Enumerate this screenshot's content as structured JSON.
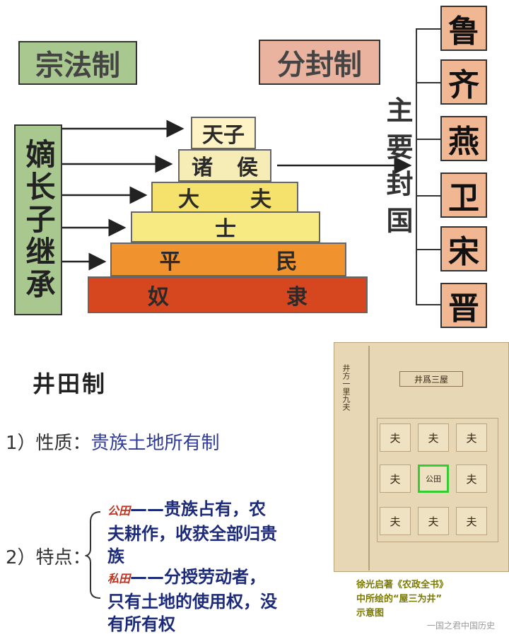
{
  "top": {
    "zongfa_label": "宗法制",
    "fenfeng_label": "分封制",
    "inheritance_label": "嫡长子继承",
    "main_fief_label": "主要封国",
    "pyramid": [
      {
        "left": "天子",
        "right": ""
      },
      {
        "left": "诸",
        "right": "侯"
      },
      {
        "left": "大",
        "right": "夫"
      },
      {
        "left": "士",
        "right": ""
      },
      {
        "left": "平",
        "right": "民"
      },
      {
        "left": "奴",
        "right": "隶"
      }
    ],
    "states": [
      "鲁",
      "齐",
      "燕",
      "卫",
      "宋",
      "晋"
    ]
  },
  "bottom": {
    "title": "井田制",
    "nature_prefix": "1）性质：",
    "nature_value": "贵族土地所有制",
    "features_prefix": "2）特点：",
    "public_tag": "公田",
    "public_dash": "——",
    "public_lines": [
      "贵族占有，农",
      "夫耕作，收获全部归贵",
      "族"
    ],
    "private_tag": "私田",
    "private_dash": "——",
    "private_lines": [
      "分授劳动者，",
      "只有土地的使用权，没",
      "有所有权"
    ]
  },
  "book": {
    "header": "井爲三屋",
    "side_text": "井方一里九夫",
    "grid": [
      "夫",
      "夫",
      "夫",
      "夫",
      "公田",
      "夫",
      "夫",
      "夫",
      "夫"
    ],
    "caption": [
      "徐光启著《农政全书》",
      "中所绘的“屋三为井”",
      "示意图"
    ]
  },
  "watermark": "一国之君中国历史",
  "colors": {
    "zongfa_bg": "#a9c88f",
    "fenfeng_bg": "#e9b3a0",
    "inherit_bg": "#a9c88f",
    "tier_tianzi": "#fdf3c4",
    "tier_zhuhou": "#f6ecb5",
    "tier_dafu": "#f5e26c",
    "tier_shi": "#f8ea82",
    "tier_pingmin": "#f0922e",
    "tier_nuli": "#d6461f",
    "state_bg": "#f1b692",
    "nature_text": "#2f3a99",
    "feature_text": "#1c2a7a",
    "tag_red": "#c0311e",
    "caption": "#7a7a00"
  }
}
